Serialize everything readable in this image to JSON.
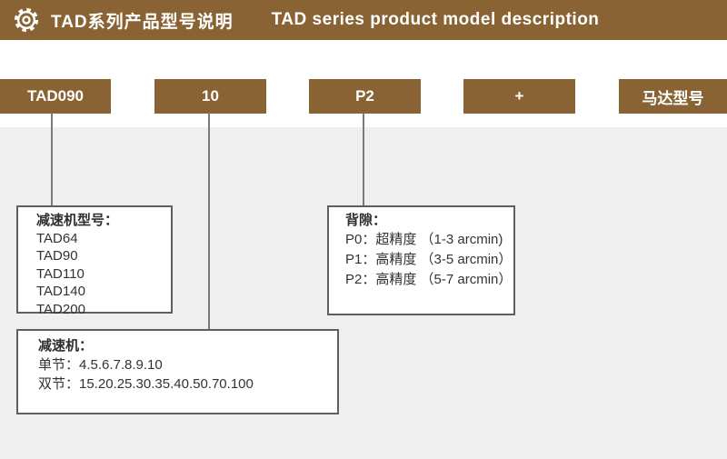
{
  "header": {
    "icon": "gear-icon",
    "title_zh": "TAD系列产品型号说明",
    "title_en": "TAD series product model description"
  },
  "colors": {
    "brand_brown": "#8A6334",
    "panel_gray": "#EFEFEF",
    "line_gray": "#7B7B7B",
    "border_gray": "#5F5F5F",
    "text_dark": "#333333",
    "text_white": "#FFFFFF"
  },
  "model_row": {
    "segments": [
      {
        "label": "TAD090"
      },
      {
        "label": "10"
      },
      {
        "label": "P2"
      },
      {
        "label": "+"
      },
      {
        "label": "马达型号"
      }
    ]
  },
  "callouts": [
    {
      "id": "gearbox-model",
      "title": "减速机型号：",
      "lines": [
        "TAD64",
        "TAD90",
        "TAD110",
        "TAD140",
        "TAD200"
      ]
    },
    {
      "id": "backlash",
      "title": "背隙：",
      "lines": [
        "P0：超精度 （1-3 arcmin)",
        "P1：高精度 （3-5 arcmin）",
        "P2：高精度 （5-7 arcmin）"
      ]
    },
    {
      "id": "reducer-ratio",
      "title": "减速机：",
      "lines": [
        "单节：4.5.6.7.8.9.10",
        "双节：15.20.25.30.35.40.50.70.100"
      ]
    }
  ]
}
